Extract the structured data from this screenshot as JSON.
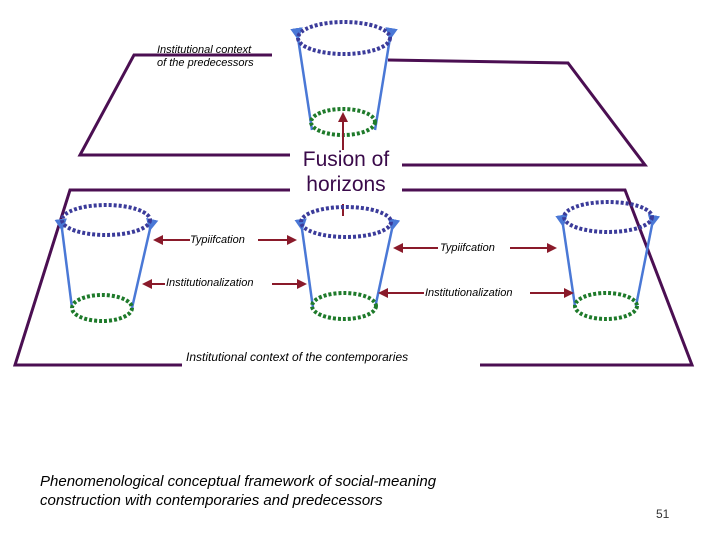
{
  "labels": {
    "predecessors_context_line1": "Institutional context",
    "predecessors_context_line2": "of the predecessors",
    "fusion_line1": "Fusion of",
    "fusion_line2": "horizons",
    "typification_left": "Typiifcation",
    "typification_right": "Typiifcation",
    "institutionalization_left": "Institutionalization",
    "institutionalization_right": "Institutionalization",
    "contemporaries_context": "Institutional context of the contemporaries"
  },
  "caption": {
    "line1": "Phenomenological conceptual framework of social-meaning",
    "line2": "construction with contemporaries and predecessors"
  },
  "slide_number": "51",
  "colors": {
    "frame": "#4b0f52",
    "cup_top": "#3b3b9a",
    "cup_bottom": "#1e7a2a",
    "cup_side": "#4a78d6",
    "arrow": "#8a1a2a"
  }
}
